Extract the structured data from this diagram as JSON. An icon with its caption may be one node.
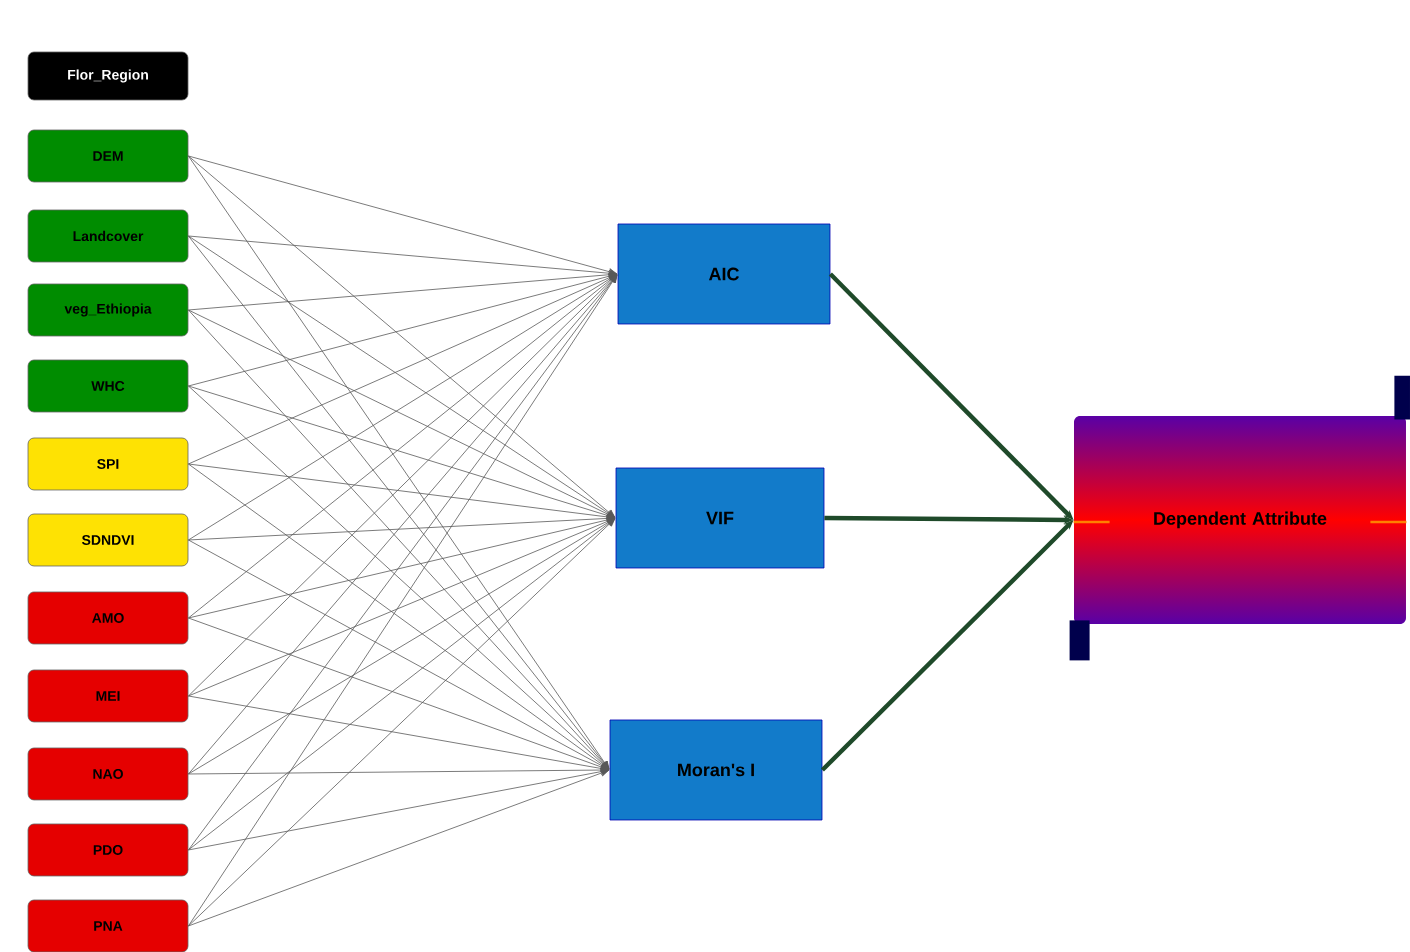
{
  "diagram": {
    "nodes": [
      {
        "text": [
          "Flor_Region"
        ]
      },
      {
        "text": [
          "DEM"
        ]
      },
      {
        "text": [
          "Landcover"
        ]
      },
      {
        "text": [
          "veg_Ethiopia"
        ]
      },
      {
        "text": [
          "WHC"
        ]
      },
      {
        "text": [
          "SPI"
        ]
      },
      {
        "text": [
          "SDNDVI"
        ]
      },
      {
        "text": [
          "AMO"
        ]
      },
      {
        "text": [
          "MEI"
        ]
      },
      {
        "text": [
          "NAO"
        ]
      },
      {
        "text": [
          "PDO"
        ]
      },
      {
        "text": [
          "PNA"
        ]
      },
      {
        "text": [
          "AIC"
        ]
      },
      {
        "text": [
          "VIF"
        ]
      },
      {
        "text": [
          "Moran's I"
        ]
      },
      {
        "text": [
          "Dependent Attribute"
        ]
      }
    ],
    "edges": [
      {
        "from": 1,
        "to": 12,
        "arrow": "to"
      },
      {
        "from": 1,
        "to": 13,
        "arrow": "to"
      },
      {
        "from": 1,
        "to": 14,
        "arrow": "to"
      },
      {
        "from": 2,
        "to": 12,
        "arrow": "to"
      },
      {
        "from": 2,
        "to": 13,
        "arrow": "to"
      },
      {
        "from": 2,
        "to": 14,
        "arrow": "to"
      },
      {
        "from": 3,
        "to": 12,
        "arrow": "to"
      },
      {
        "from": 3,
        "to": 13,
        "arrow": "to"
      },
      {
        "from": 3,
        "to": 14,
        "arrow": "to"
      },
      {
        "from": 4,
        "to": 12,
        "arrow": "to"
      },
      {
        "from": 4,
        "to": 13,
        "arrow": "to"
      },
      {
        "from": 4,
        "to": 14,
        "arrow": "to"
      },
      {
        "from": 5,
        "to": 12,
        "arrow": "to"
      },
      {
        "from": 5,
        "to": 13,
        "arrow": "to"
      },
      {
        "from": 5,
        "to": 14,
        "arrow": "to"
      },
      {
        "from": 6,
        "to": 12,
        "arrow": "to"
      },
      {
        "from": 6,
        "to": 13,
        "arrow": "to"
      },
      {
        "from": 6,
        "to": 14,
        "arrow": "to"
      },
      {
        "from": 7,
        "to": 12,
        "arrow": "to"
      },
      {
        "from": 7,
        "to": 13,
        "arrow": "to"
      },
      {
        "from": 7,
        "to": 14,
        "arrow": "to"
      },
      {
        "from": 8,
        "to": 12,
        "arrow": "to"
      },
      {
        "from": 8,
        "to": 13,
        "arrow": "to"
      },
      {
        "from": 8,
        "to": 14,
        "arrow": "to"
      },
      {
        "from": 9,
        "to": 12,
        "arrow": "to"
      },
      {
        "from": 9,
        "to": 13,
        "arrow": "to"
      },
      {
        "from": 9,
        "to": 14,
        "arrow": "to"
      },
      {
        "from": 10,
        "to": 12,
        "arrow": "to"
      },
      {
        "from": 10,
        "to": 13,
        "arrow": "to"
      },
      {
        "from": 10,
        "to": 14,
        "arrow": "to"
      },
      {
        "from": 11,
        "to": 12,
        "arrow": "to"
      },
      {
        "from": 11,
        "to": 13,
        "arrow": "to"
      },
      {
        "from": 11,
        "to": 14,
        "arrow": "to"
      },
      {
        "from": 12,
        "to": 15,
        "arrow": "to",
        "style": "thick",
        "color": "#1f4a2a"
      },
      {
        "from": 13,
        "to": 15,
        "arrow": "to",
        "style": "thick",
        "color": "#1f4a2a"
      },
      {
        "from": 14,
        "to": 15,
        "arrow": "to",
        "style": "thick",
        "color": "#1f4a2a"
      }
    ]
  }
}
